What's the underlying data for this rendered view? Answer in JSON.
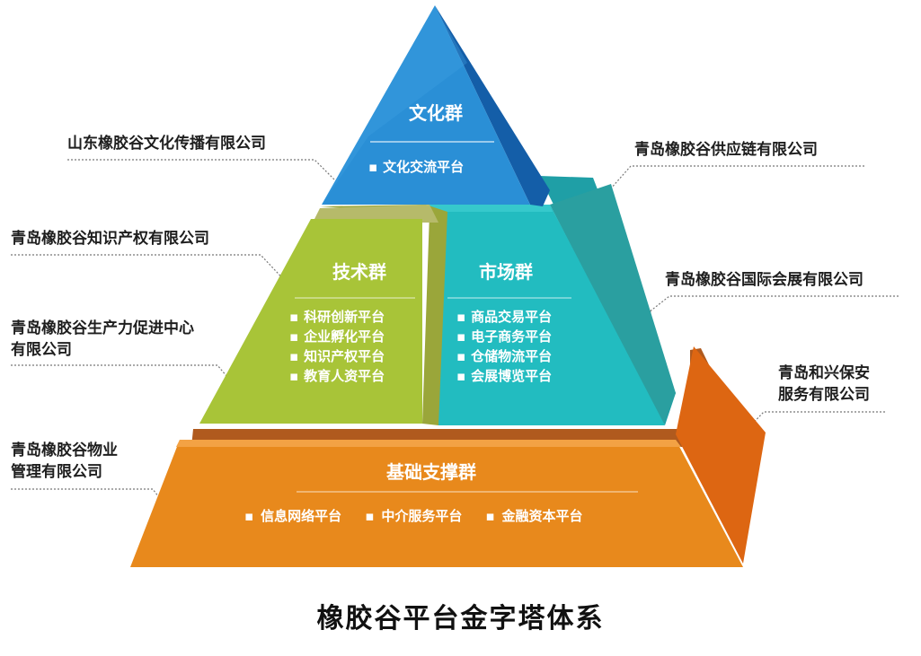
{
  "colors": {
    "culture": "#2a8fd6",
    "tech": "#a8c438",
    "market": "#25bcc0",
    "foundation": "#e88a1e"
  },
  "tiers": {
    "culture": {
      "title": "文化群",
      "items": [
        "文化交流平台"
      ]
    },
    "tech": {
      "title": "技术群",
      "items": [
        "科研创新平台",
        "企业孵化平台",
        "知识产权平台",
        "教育人资平台"
      ]
    },
    "market": {
      "title": "市场群",
      "items": [
        "商品交易平台",
        "电子商务平台",
        "仓储物流平台",
        "会展博览平台"
      ]
    },
    "foundation": {
      "title": "基础支撑群",
      "items": [
        "信息网络平台",
        "中介服务平台",
        "金融资本平台"
      ]
    }
  },
  "companies": {
    "left": [
      {
        "lines": [
          "山东橡胶谷文化传播有限公司"
        ]
      },
      {
        "lines": [
          "青岛橡胶谷知识产权有限公司"
        ]
      },
      {
        "lines": [
          "青岛橡胶谷生产力促进中心",
          "有限公司"
        ]
      },
      {
        "lines": [
          "青岛橡胶谷物业",
          "管理有限公司"
        ]
      }
    ],
    "right": [
      {
        "lines": [
          "青岛橡胶谷供应链有限公司"
        ]
      },
      {
        "lines": [
          "青岛橡胶谷国际会展有限公司"
        ]
      },
      {
        "lines": [
          "青岛和兴保安",
          "服务有限公司"
        ]
      }
    ]
  },
  "caption": "橡胶谷平台金字塔体系"
}
